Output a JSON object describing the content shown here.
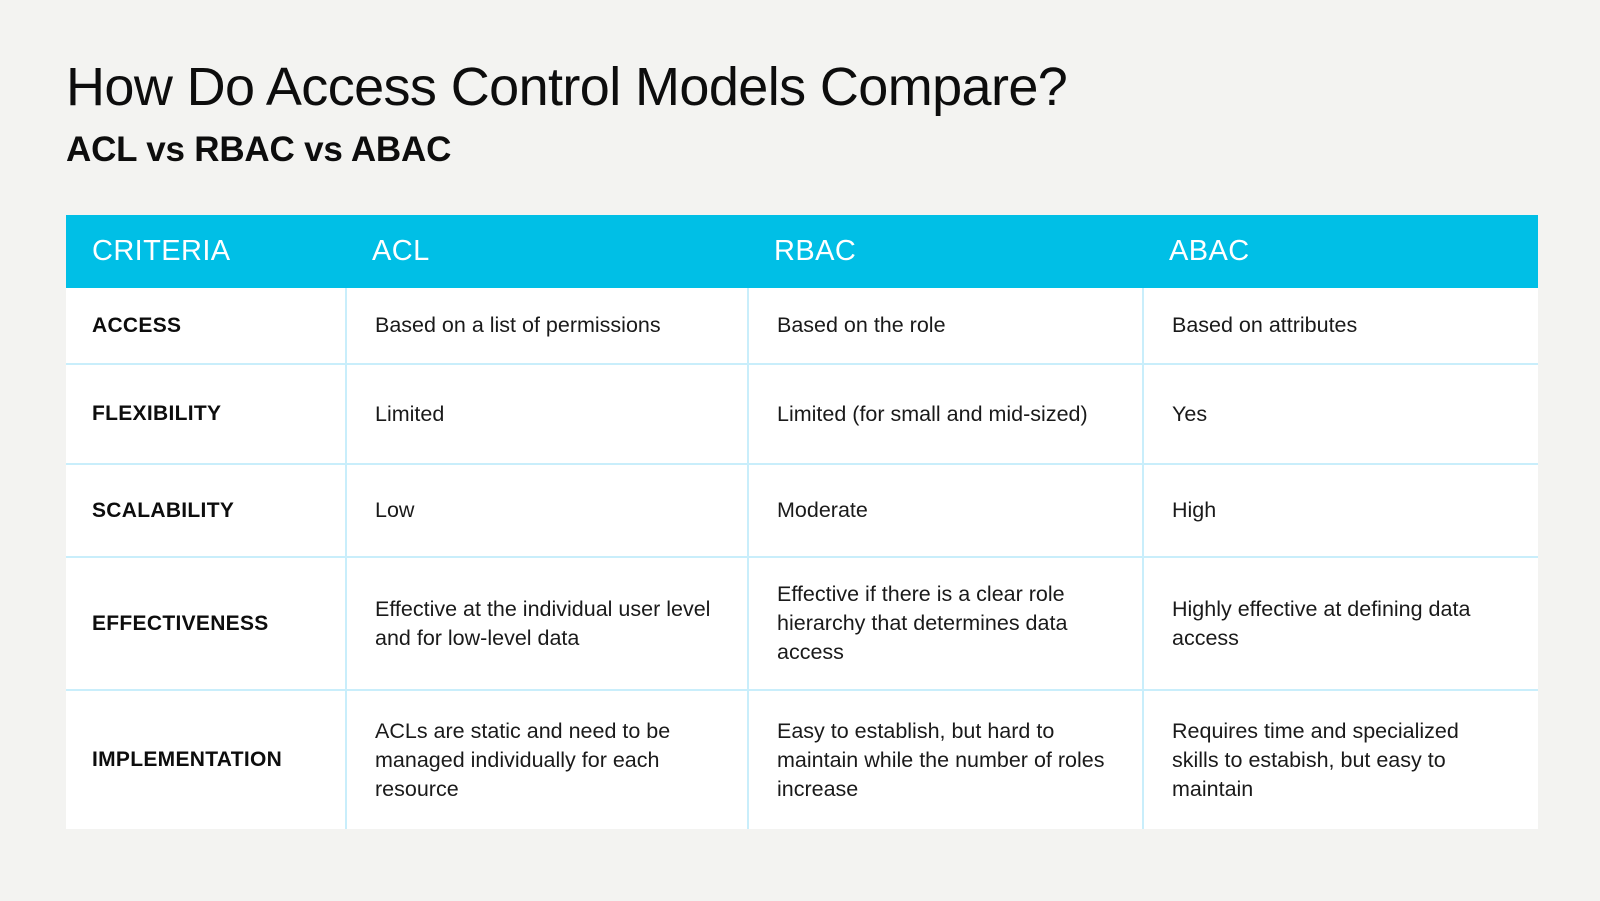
{
  "page": {
    "background_color": "#f3f3f1",
    "accent_color": "#00bfe6",
    "divider_color": "#c9eefb",
    "text_color": "#0d0d0d"
  },
  "header": {
    "title": "How Do Access Control Models Compare?",
    "subtitle": "ACL vs RBAC vs ABAC"
  },
  "table": {
    "columns": [
      {
        "key": "criteria",
        "label": "CRITERIA"
      },
      {
        "key": "acl",
        "label": "ACL"
      },
      {
        "key": "rbac",
        "label": "RBAC"
      },
      {
        "key": "abac",
        "label": "ABAC"
      }
    ],
    "rows": [
      {
        "criteria": "ACCESS",
        "acl": "Based on a list of permissions",
        "rbac": "Based on the role",
        "abac": "Based on attributes"
      },
      {
        "criteria": "FLEXIBILITY",
        "acl": "Limited",
        "rbac": "Limited (for small and mid-sized)",
        "abac": "Yes"
      },
      {
        "criteria": "SCALABILITY",
        "acl": "Low",
        "rbac": "Moderate",
        "abac": "High"
      },
      {
        "criteria": "EFFECTIVENESS",
        "acl": "Effective at the individual user level and for low-level data",
        "rbac": "Effective if there is a clear role hierarchy that determines data access",
        "abac": "Highly effective at defining data access"
      },
      {
        "criteria": "IMPLEMENTATION",
        "acl": "ACLs are static and need to be managed individually for each resource",
        "rbac": "Easy to establish, but hard to maintain while the number of roles increase",
        "abac": "Requires time and specialized skills to estabish, but easy to maintain"
      }
    ]
  }
}
